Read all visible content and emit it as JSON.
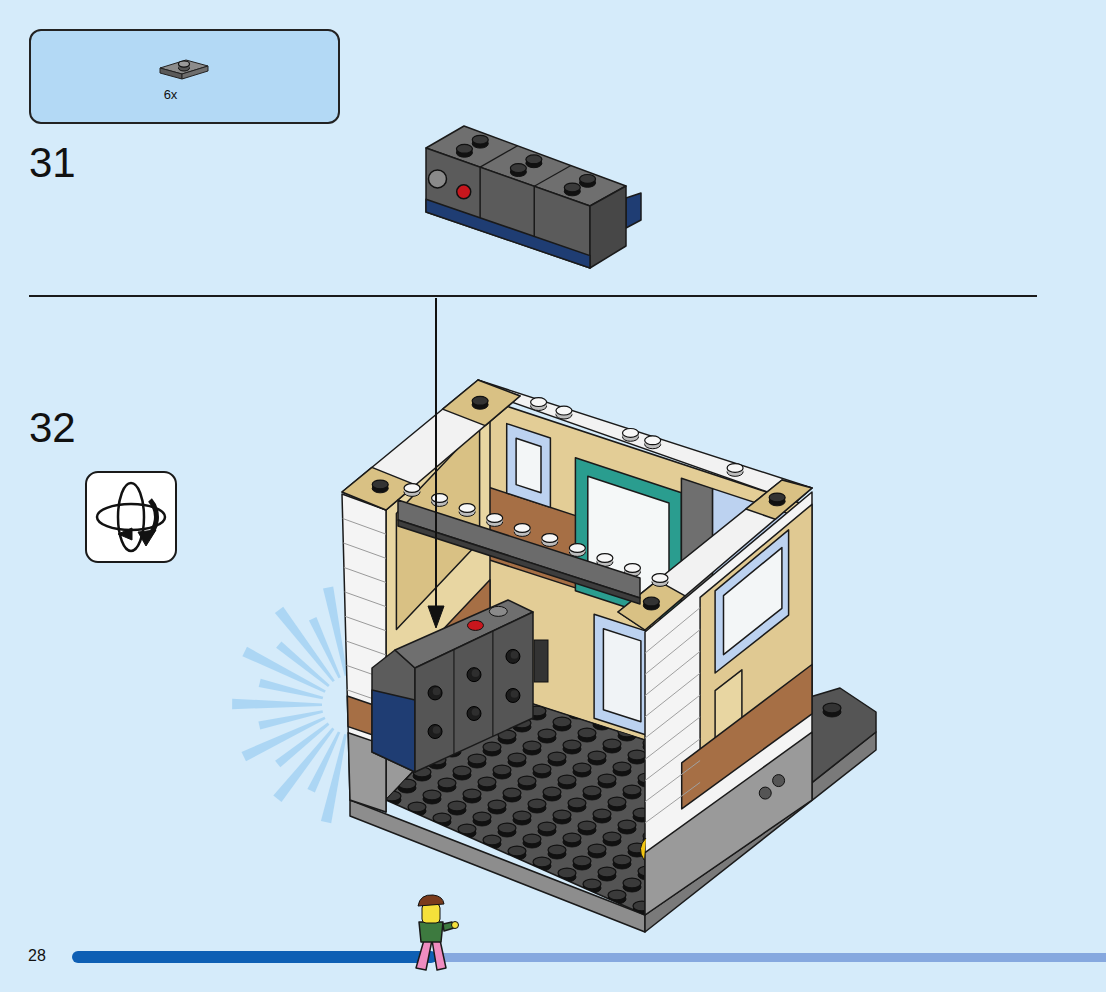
{
  "diagram": {
    "nodes": [
      {
        "text": [
          "6x"
        ]
      }
    ],
    "labels": [
      "31",
      "32",
      "28"
    ]
  }
}
